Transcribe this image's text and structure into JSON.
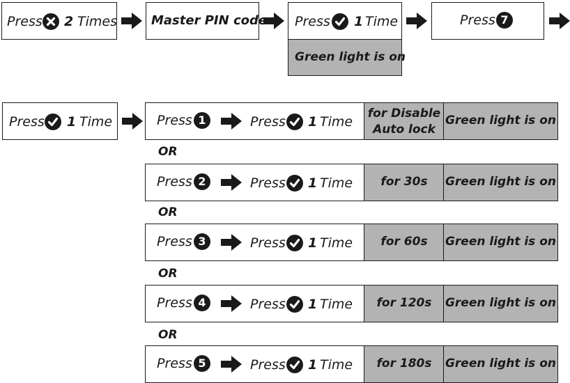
{
  "colors": {
    "ink": "#1a1a1a",
    "highlight": "#b3b3b3",
    "background": "#ffffff"
  },
  "top_row": {
    "step1": {
      "press": "Press",
      "count": "2",
      "unit": "Times",
      "icon": "x-circle-icon"
    },
    "step2": {
      "label": "Master PIN code"
    },
    "step3": {
      "press": "Press",
      "count": "1",
      "unit": "Time",
      "icon": "check-circle-icon",
      "result": "Green light is on"
    },
    "step4": {
      "press": "Press",
      "key": "7"
    }
  },
  "confirm": {
    "press": "Press",
    "count": "1",
    "unit": "Time",
    "icon": "check-circle-icon"
  },
  "or_label": "OR",
  "options": [
    {
      "press": "Press",
      "key": "1",
      "then_press": "Press",
      "count": "1",
      "unit": "Time",
      "setting_line1": "for Disable",
      "setting_line2": "Auto lock",
      "result": "Green light is on"
    },
    {
      "press": "Press",
      "key": "2",
      "then_press": "Press",
      "count": "1",
      "unit": "Time",
      "setting": "for 30s",
      "result": "Green light is on"
    },
    {
      "press": "Press",
      "key": "3",
      "then_press": "Press",
      "count": "1",
      "unit": "Time",
      "setting": "for 60s",
      "result": "Green light is on"
    },
    {
      "press": "Press",
      "key": "4",
      "then_press": "Press",
      "count": "1",
      "unit": "Time",
      "setting": "for 120s",
      "result": "Green light is on"
    },
    {
      "press": "Press",
      "key": "5",
      "then_press": "Press",
      "count": "1",
      "unit": "Time",
      "setting": "for 180s",
      "result": "Green light is on"
    }
  ]
}
